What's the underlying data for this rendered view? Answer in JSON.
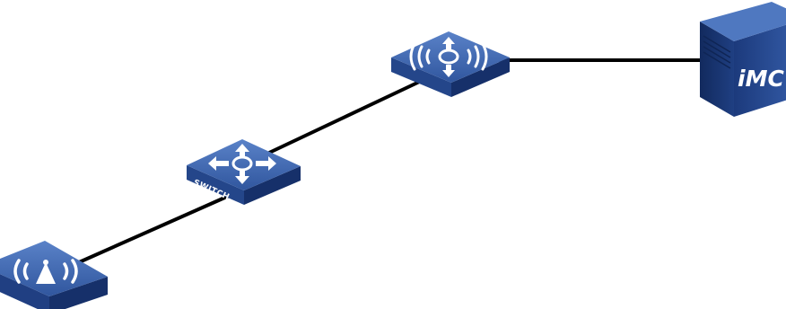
{
  "diagram": {
    "nodes": [
      {
        "id": "ap",
        "type": "wireless-access-point",
        "label": ""
      },
      {
        "id": "switch",
        "type": "switch",
        "label": "SWITCH"
      },
      {
        "id": "wireless-controller",
        "type": "wireless-switch",
        "label": ""
      },
      {
        "id": "imc-server",
        "type": "server",
        "label": "iMC"
      }
    ],
    "links": [
      {
        "from": "ap",
        "to": "switch"
      },
      {
        "from": "switch",
        "to": "wireless-controller"
      },
      {
        "from": "wireless-controller",
        "to": "imc-server"
      }
    ],
    "colors": {
      "device_top": "#3a63ac",
      "device_side_light": "#24468a",
      "device_side_dark": "#16306a",
      "link": "#000000",
      "icon": "#ffffff"
    }
  }
}
